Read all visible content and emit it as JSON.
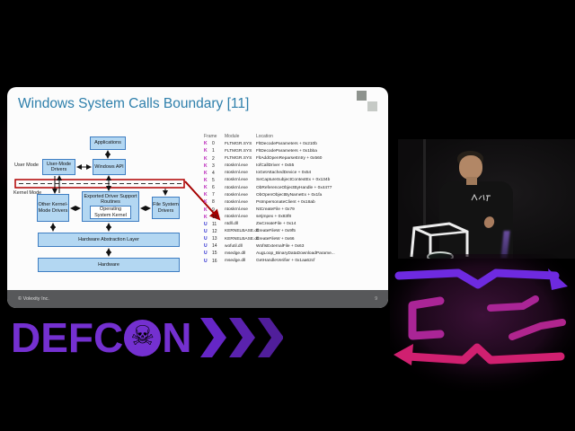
{
  "slide": {
    "title": "Windows System Calls Boundary [11]",
    "footer": {
      "copyright": "© Volexity Inc.",
      "page": "9"
    },
    "diagram": {
      "labels": {
        "user_mode": "User Mode",
        "kernel_mode": "Kernel Mode"
      },
      "boxes": {
        "applications": "Applications",
        "windows_api": "Windows API",
        "user_mode_drivers": "User-Mode Drivers",
        "other_kernel_mode_drivers": "Other Kernel-Mode Drivers",
        "exported_driver_support_routines": "Exported Driver Support Routines",
        "operating_system_kernel": "Operating System Kernel",
        "file_system_drivers": "File System Drivers",
        "hal": "Hardware Abstraction Layer",
        "hardware": "Hardware"
      }
    },
    "stack_table": {
      "headers": [
        "Frame",
        "Module",
        "Location"
      ],
      "rows": [
        {
          "mode": "K",
          "num": "0",
          "module": "FLTMGR.SYS",
          "location": "FltDecodeParameters + 0x210b"
        },
        {
          "mode": "K",
          "num": "1",
          "module": "FLTMGR.SYS",
          "location": "FltDecodeParameters + 0x1bba"
        },
        {
          "mode": "K",
          "num": "2",
          "module": "FLTMGR.SYS",
          "location": "FltAddOpenReparseEntry + 0x560"
        },
        {
          "mode": "K",
          "num": "3",
          "module": "ntoskrnl.exe",
          "location": "IofCallDriver + 0x55"
        },
        {
          "mode": "K",
          "num": "4",
          "module": "ntoskrnl.exe",
          "location": "IoGetAttachedDevice + 0x54"
        },
        {
          "mode": "K",
          "num": "5",
          "module": "ntoskrnl.exe",
          "location": "SeCaptureSubjectContextEx + 0x134b"
        },
        {
          "mode": "K",
          "num": "6",
          "module": "ntoskrnl.exe",
          "location": "ObReferenceObjectByHandle + 0x4477"
        },
        {
          "mode": "K",
          "num": "7",
          "module": "ntoskrnl.exe",
          "location": "ObOpenObjectByNameEx + 0x1fa"
        },
        {
          "mode": "K",
          "num": "8",
          "module": "ntoskrnl.exe",
          "location": "PsImpersonateClient + 0x18ab"
        },
        {
          "mode": "K",
          "num": "9",
          "module": "ntoskrnl.exe",
          "location": "NtCreateFile + 0x79"
        },
        {
          "mode": "K",
          "num": "10",
          "module": "ntoskrnl.exe",
          "location": "setjmpex + 0x83f8"
        },
        {
          "mode": "U",
          "num": "11",
          "module": "ntdll.dll",
          "location": "ZwCreateFile + 0x14"
        },
        {
          "mode": "U",
          "num": "12",
          "module": "KERNELBASE.dll",
          "location": "CreateFileW + 0x9f5"
        },
        {
          "mode": "U",
          "num": "13",
          "module": "KERNELBASE.dll",
          "location": "CreateFileW + 0x66"
        },
        {
          "mode": "U",
          "num": "14",
          "module": "wofutil.dll",
          "location": "WofIsExternalFile + 0x63"
        },
        {
          "mode": "U",
          "num": "15",
          "module": "msedge.dll",
          "location": "AugLoop_BinaryDataDownloadParame..."
        },
        {
          "mode": "U",
          "num": "16",
          "module": "msedge.dll",
          "location": "GetHandleVerifier + 0x1aa62cf"
        }
      ]
    }
  },
  "branding": {
    "defcon_prefix": "DEFC",
    "defcon_suffix": "N",
    "skull_glyph": "☠"
  },
  "colors": {
    "accent_title": "#2e7fab",
    "box_fill": "#b3d7f2",
    "box_border": "#3f7ec2",
    "boundary_red": "#b00000",
    "mode_k": "#b414b4",
    "mode_u": "#2b2bd0",
    "footer_bg": "#57585a",
    "defcon_purple": "#7430d0",
    "dc32_top": "#6e2ae0",
    "dc32_mid": "#aa2596",
    "dc32_bottom": "#d02070"
  }
}
